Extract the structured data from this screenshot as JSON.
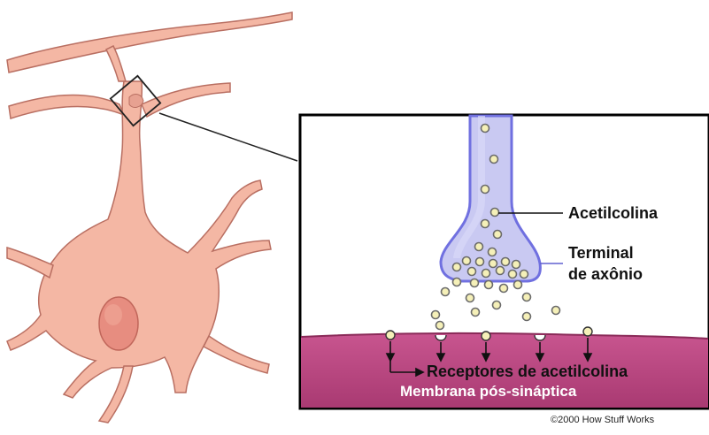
{
  "labels": {
    "acetilcolina": "Acetilcolina",
    "terminal_line1": "Terminal",
    "terminal_line2": "de axônio",
    "receptores": "Receptores de acetilcolina",
    "membrana": "Membrana pós-sináptica",
    "copyright": "©2000 How Stuff Works"
  },
  "colors": {
    "neuron_fill": "#f4b7a4",
    "neuron_stroke": "#b96f62",
    "nucleus": "#e78d80",
    "axon_fill": "#c9c9f2",
    "axon_stroke": "#7070e0",
    "vesicle_fill": "#f5f0b8",
    "vesicle_stroke": "#707070",
    "membrane": "#b8467f",
    "membrane_dark": "#993062"
  }
}
